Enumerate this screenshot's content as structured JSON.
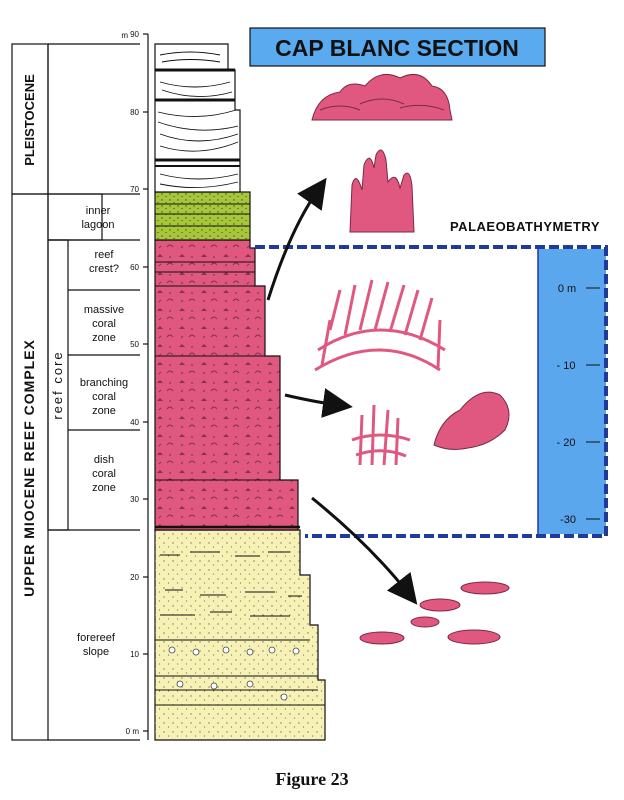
{
  "title": "CAP BLANC SECTION",
  "figure_caption": "Figure 23",
  "palaeobathymetry": {
    "label": "PALAEOBATHYMETRY",
    "ticks": [
      "0 m",
      "- 10",
      "- 20",
      "-30"
    ]
  },
  "scale": {
    "unit": "m",
    "ticks": [
      "90",
      "80",
      "70",
      "60",
      "50",
      "40",
      "30",
      "20",
      "10",
      "0 m"
    ]
  },
  "epochs": [
    "PLEISTOCENE",
    "UPPER MIOCENE REEF COMPLEX"
  ],
  "reef_core_label": "reef core",
  "zones": {
    "inner_lagoon": [
      "inner",
      "lagoon"
    ],
    "reef_crest": [
      "reef",
      "crest?"
    ],
    "massive": [
      "massive",
      "coral",
      "zone"
    ],
    "branching": [
      "branching",
      "coral",
      "zone"
    ],
    "dish": [
      "dish",
      "coral",
      "zone"
    ],
    "forereef": [
      "forereef",
      "slope"
    ]
  },
  "colors": {
    "reef_pink": "#e0587f",
    "slope_yellow": "#f6f1b5",
    "lagoon_green": "#a8c63c",
    "title_blue": "#5aaaf0",
    "water_blue": "#5aa7ee",
    "water_border": "#1f3a9a"
  }
}
